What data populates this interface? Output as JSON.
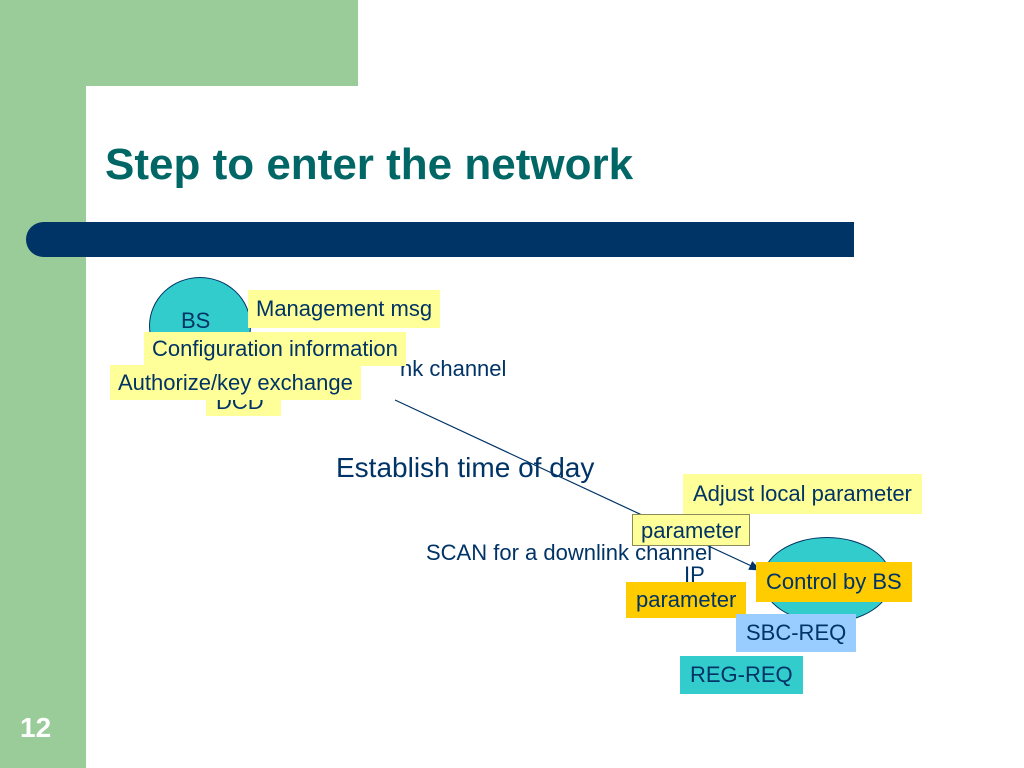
{
  "slide": {
    "title": "Step to enter the network",
    "page_number": "12"
  },
  "colors": {
    "green": "#99cc99",
    "navy": "#003366",
    "title_teal": "#006666",
    "yellow": "#ffff99",
    "gold": "#ffcc00",
    "light_blue": "#99ccff",
    "teal": "#33cccc"
  },
  "diagram": {
    "bs_node": "BS",
    "ss_ip_label": "IP",
    "labels": {
      "downlink_partial": "nk channel",
      "dcd_partial": "DCD",
      "establish_time": "Establish time of day",
      "scan_downlink": "SCAN for a downlink channel"
    },
    "callouts": {
      "management_msg": "Management msg",
      "configuration_information": "Configuration information",
      "authorize_key_exchange": "Authorize/key exchange",
      "adjust_local_parameter": "Adjust local parameter",
      "parameter": "parameter",
      "ip_parameter": "parameter",
      "control_by_bs": "Control by BS",
      "sbc_req": "SBC-REQ",
      "reg_req": "REG-REQ"
    }
  }
}
